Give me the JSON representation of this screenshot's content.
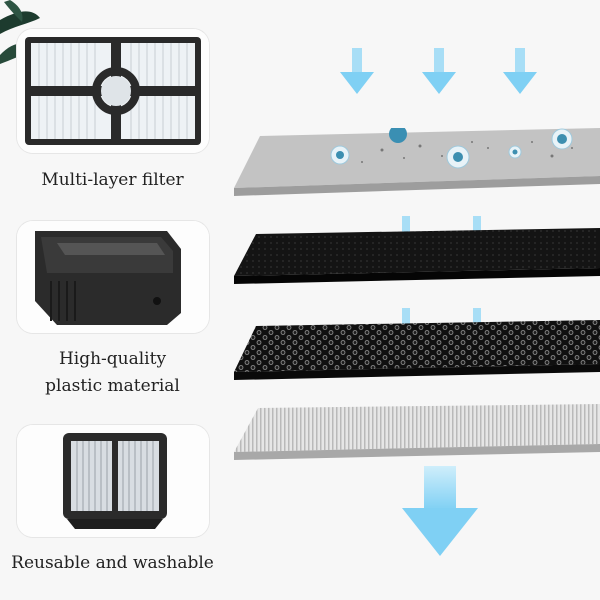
{
  "features": [
    {
      "caption_lines": [
        "Multi-layer filter"
      ]
    },
    {
      "caption_lines": [
        "High-quality",
        "plastic material"
      ]
    },
    {
      "caption_lines": [
        "Reusable and washable"
      ]
    }
  ],
  "icons": {
    "flow_arrow": "down-arrow-icon",
    "big_arrow": "large-down-arrow-icon"
  },
  "colors": {
    "arrow": "#7fd0f4",
    "arrow_light": "#cfeefb",
    "background": "#f7f7f7",
    "cotton_layer": "#bdbdbd",
    "carbon_layer": "#151515",
    "mesh_layer": "#111111",
    "hepa_layer": "#d9d9d9"
  }
}
